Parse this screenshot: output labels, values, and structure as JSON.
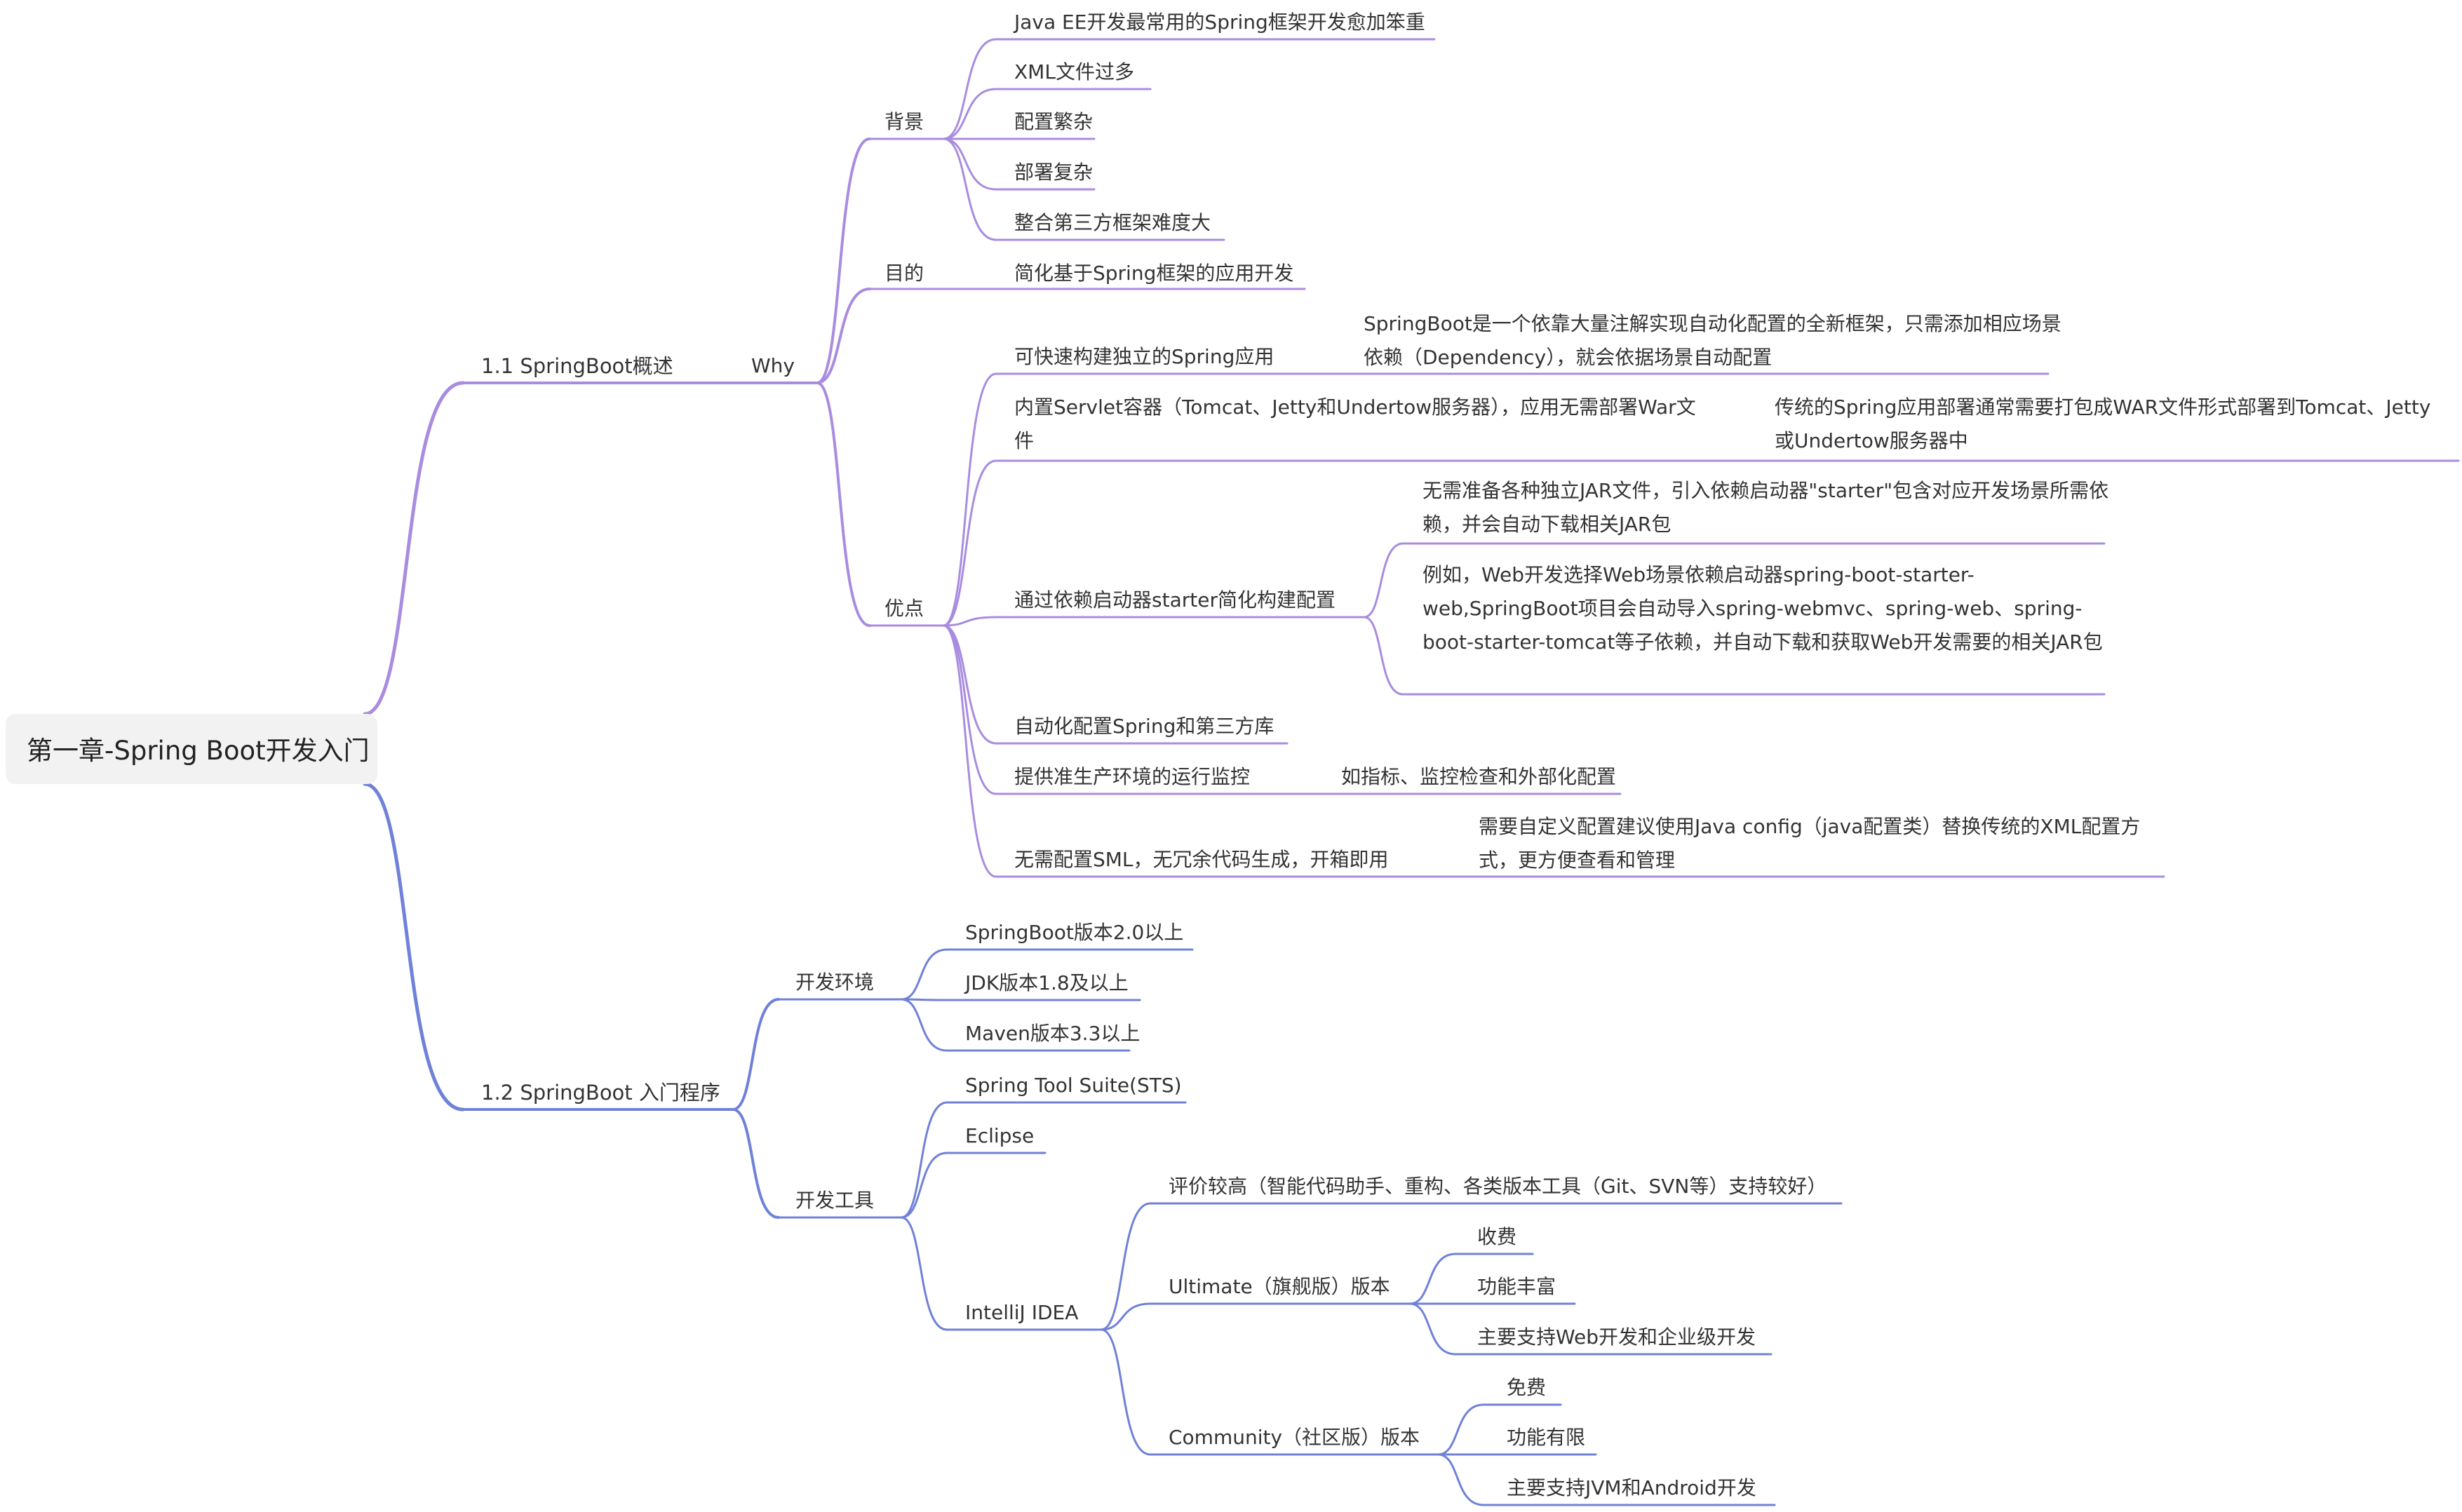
{
  "root": "第一章-Spring Boot开发入门",
  "colors": {
    "purple": "#A98CE0",
    "blue": "#6F81D8"
  },
  "s1": {
    "title": "1.1 SpringBoot概述",
    "why": "Why",
    "bg": {
      "title": "背景",
      "items": [
        "Java EE开发最常用的Spring框架开发愈加笨重",
        "XML文件过多",
        "配置繁杂",
        "部署复杂",
        "整合第三方框架难度大"
      ]
    },
    "purpose": {
      "title": "目的",
      "item": "简化基于Spring框架的应用开发"
    },
    "adv": {
      "title": "优点",
      "a1": {
        "text": "可快速构建独立的Spring应用",
        "note": "SpringBoot是一个依靠大量注解实现自动化配置的全新框架，只需添加相应场景依赖（Dependency），就会依据场景自动配置"
      },
      "a2": {
        "text": "内置Servlet容器（Tomcat、Jetty和Undertow服务器），应用无需部署War文件",
        "note": "传统的Spring应用部署通常需要打包成WAR文件形式部署到Tomcat、Jetty或Undertow服务器中"
      },
      "a3": {
        "text": "通过依赖启动器starter简化构建配置",
        "n1": "无需准备各种独立JAR文件，引入依赖启动器\"starter\"包含对应开发场景所需依赖，并会自动下载相关JAR包",
        "n2": "例如，Web开发选择Web场景依赖启动器spring-boot-starter-web,SpringBoot项目会自动导入spring-webmvc、spring-web、spring-boot-starter-tomcat等子依赖，并自动下载和获取Web开发需要的相关JAR包"
      },
      "a4": {
        "text": "自动化配置Spring和第三方库"
      },
      "a5": {
        "text": "提供准生产环境的运行监控",
        "note": "如指标、监控检查和外部化配置"
      },
      "a6": {
        "text": "无需配置SML，无冗余代码生成，开箱即用",
        "note": "需要自定义配置建议使用Java config（java配置类）替换传统的XML配置方式，更方便查看和管理"
      }
    }
  },
  "s2": {
    "title": "1.2 SpringBoot 入门程序",
    "env": {
      "title": "开发环境",
      "items": [
        "SpringBoot版本2.0以上",
        "JDK版本1.8及以上",
        "Maven版本3.3以上"
      ]
    },
    "tools": {
      "title": "开发工具",
      "sts": "Spring Tool Suite(STS)",
      "eclipse": "Eclipse",
      "idea": {
        "title": "IntelliJ IDEA",
        "eval": "评价较高（智能代码助手、重构、各类版本工具（Git、SVN等）支持较好）",
        "ultimate": {
          "title": "Ultimate（旗舰版）版本",
          "items": [
            "收费",
            "功能丰富",
            "主要支持Web开发和企业级开发"
          ]
        },
        "community": {
          "title": "Community（社区版）版本",
          "items": [
            "免费",
            "功能有限",
            "主要支持JVM和Android开发"
          ]
        }
      }
    }
  }
}
